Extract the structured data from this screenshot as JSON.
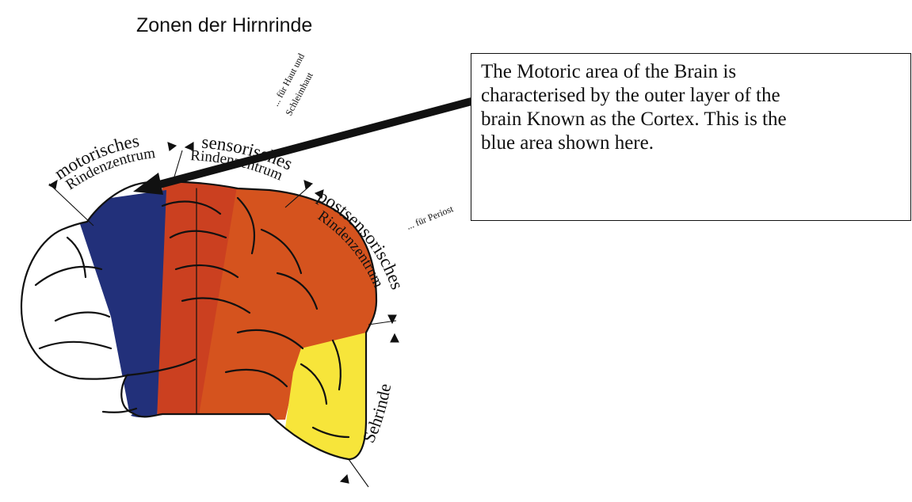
{
  "title": "Zonen der Hirnrinde",
  "labels": {
    "motor_line1": "motorisches",
    "motor_line2": "Rindenzentrum",
    "sensor_line1": "sensorisches",
    "sensor_line2": "Rindenzentrum",
    "post_line1": "postsensorisches",
    "post_line2": "Rindenzentrum",
    "haut_line1": "... für Haut und",
    "haut_line2": "Schleimhaut",
    "periost": "... für Periost",
    "sehrinde": "Sehrinde"
  },
  "callout": {
    "text": "The Motoric area of the Brain is characterised by the outer layer of the brain Known as the Cortex. This is the blue area shown here."
  },
  "colors": {
    "motor_area": "#22307a",
    "sensory_area": "#cb4020",
    "postsensory_area": "#d5531e",
    "visual_area": "#f7e53a",
    "outline": "#111111",
    "background": "#ffffff"
  }
}
